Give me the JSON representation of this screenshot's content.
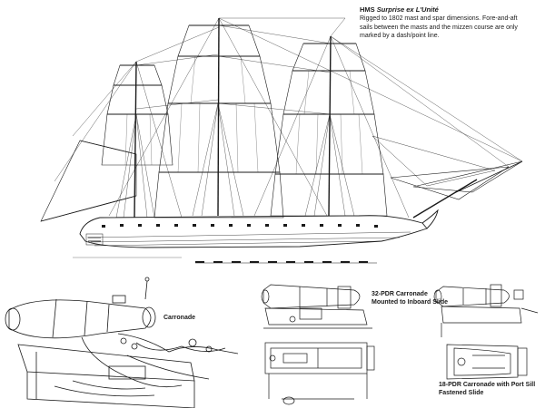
{
  "caption": {
    "title_prefix": "HMS ",
    "title_italic": "Surprise ex L'Unité",
    "description": "Rigged to 1802 mast and spar dimensions. Fore-and-aft sails between the masts and the mizzen course are only marked by a dash/point line."
  },
  "labels": {
    "carronade": "Carronade",
    "pdr32": "32-PDR Carronade Mounted to Inboard Slide",
    "pdr18": "18-PDR Carronade with Port Sill Fastened Slide"
  },
  "colors": {
    "ink": "#1a1a1a",
    "paper": "#ffffff"
  }
}
